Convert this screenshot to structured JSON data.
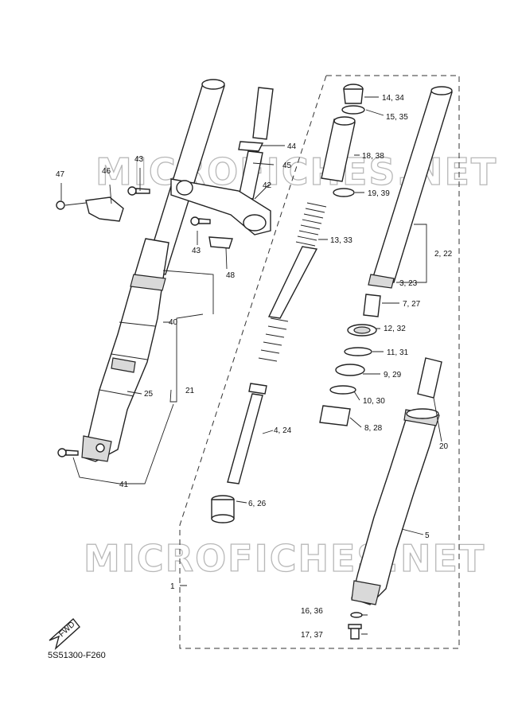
{
  "diagram_code": "5S51300-F260",
  "watermark": "MICROFICHES.NET",
  "fwd_label": "FWD",
  "callouts": {
    "c14_34": "14, 34",
    "c15_35": "15, 35",
    "c18_38": "18, 38",
    "c19_39": "19, 39",
    "c13_33": "13, 33",
    "c2_22": "2, 22",
    "c3_23": "3, 23",
    "c7_27": "7, 27",
    "c12_32": "12, 32",
    "c11_31": "11, 31",
    "c9_29": "9, 29",
    "c10_30": "10, 30",
    "c8_28": "8, 28",
    "c4_24": "4, 24",
    "c6_26": "6, 26",
    "c20": "20",
    "c5": "5",
    "c1": "1",
    "c16_36": "16, 36",
    "c17_37": "17, 37",
    "c44": "44",
    "c45": "45",
    "c42": "42",
    "c43_top": "43",
    "c43_bottom": "43",
    "c48": "48",
    "c46": "46",
    "c47": "47",
    "c40": "40",
    "c21": "21",
    "c25": "25",
    "c41": "41"
  }
}
